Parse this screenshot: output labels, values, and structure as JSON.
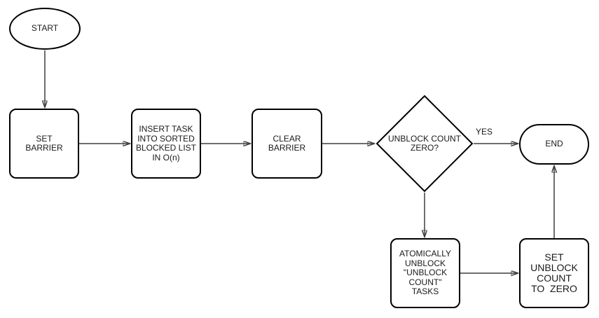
{
  "colors": {
    "background": "#ffffff",
    "shape_fill": "#ffffff",
    "shape_stroke": "#000000",
    "edge_stroke": "#3f3f3f",
    "text": "#1a1a1a"
  },
  "nodes": {
    "start": {
      "label": "START"
    },
    "set_barrier": {
      "label": "SET\nBARRIER"
    },
    "insert_task": {
      "label": "INSERT TASK\nINTO SORTED\nBLOCKED LIST\nIN O(n)"
    },
    "clear_barrier": {
      "label": "CLEAR\nBARRIER"
    },
    "unblock_count_zero": {
      "label": "UNBLOCK COUNT\nZERO?"
    },
    "end": {
      "label": "END"
    },
    "atomically_unblock": {
      "label": "ATOMICALLY\nUNBLOCK\n\"UNBLOCK\nCOUNT\"\nTASKS"
    },
    "set_unblock_count": {
      "label": "SET\nUNBLOCK\nCOUNT\nTO  ZERO"
    }
  },
  "edges": {
    "yes_label": "YES"
  }
}
